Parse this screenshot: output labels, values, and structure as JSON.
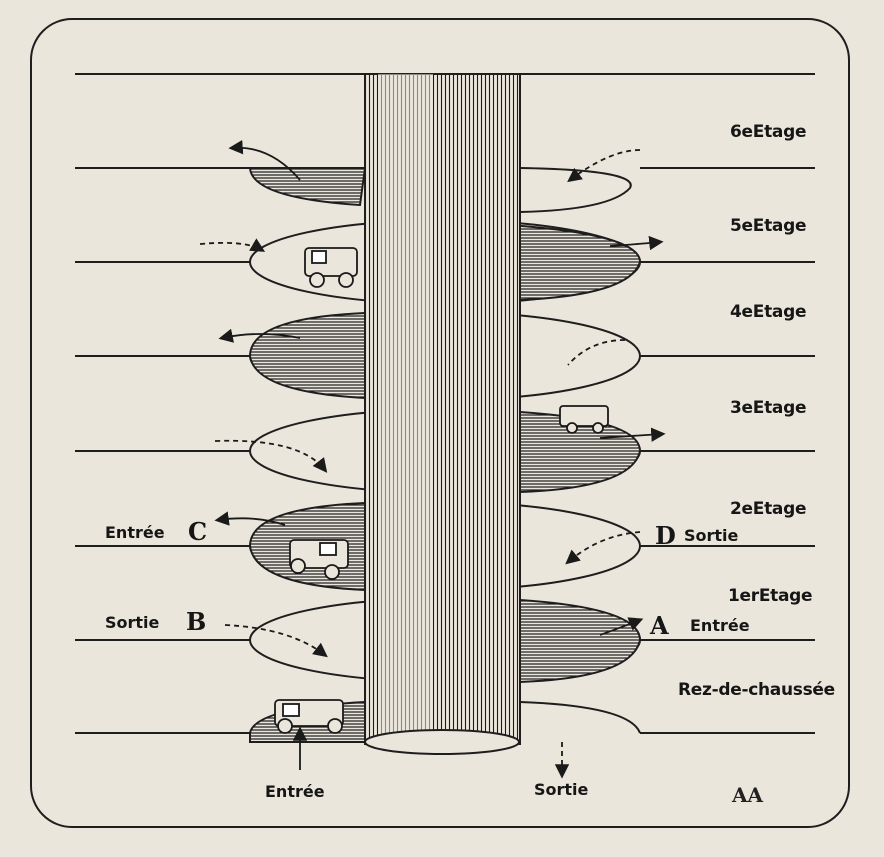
{
  "floors": {
    "f6": "6eEtage",
    "f5": "5eEtage",
    "f4": "4eEtage",
    "f3": "3eEtage",
    "f2": "2eEtage",
    "f1": "1erEtage",
    "f0": "Rez-de-chaussée"
  },
  "points": {
    "a": "A",
    "b": "B",
    "c": "C",
    "d": "D"
  },
  "labels": {
    "entree_c": "Entrée",
    "sortie_d": "Sortie",
    "sortie_b": "Sortie",
    "entree_a": "Entrée",
    "entree_bottom": "Entrée",
    "sortie_bottom": "Sortie"
  },
  "signature": "AA",
  "colors": {
    "ink": "#161616",
    "paper": "#ebe6dc"
  },
  "icons": [
    "car-icon",
    "arrow-icon",
    "monogram-icon"
  ]
}
